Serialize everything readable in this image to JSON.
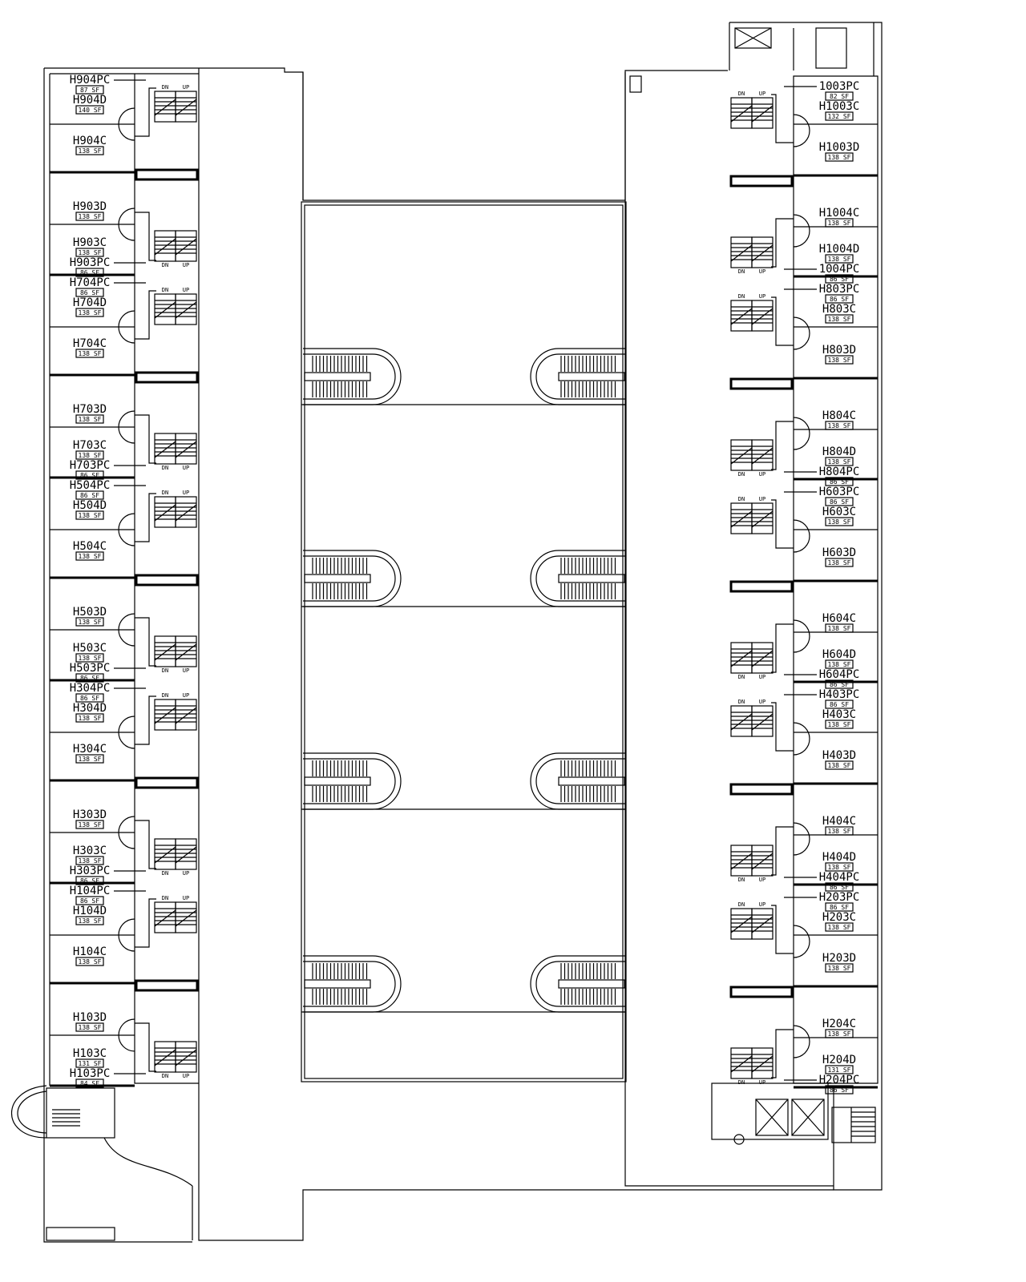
{
  "title": "Floor plan",
  "stair_labels": {
    "down": "DN",
    "up": "UP"
  },
  "left_rooms": [
    {
      "name": "H904PC",
      "area": "87 SF"
    },
    {
      "name": "H904D",
      "area": "140 SF"
    },
    {
      "name": "H904C",
      "area": "138 SF"
    },
    {
      "name": "H903D",
      "area": "138 SF"
    },
    {
      "name": "H903C",
      "area": "138 SF"
    },
    {
      "name": "H903PC",
      "area": "86 SF"
    },
    {
      "name": "H704PC",
      "area": "86 SF"
    },
    {
      "name": "H704D",
      "area": "138 SF"
    },
    {
      "name": "H704C",
      "area": "138 SF"
    },
    {
      "name": "H703D",
      "area": "138 SF"
    },
    {
      "name": "H703C",
      "area": "138 SF"
    },
    {
      "name": "H703PC",
      "area": "86 SF"
    },
    {
      "name": "H504PC",
      "area": "86 SF"
    },
    {
      "name": "H504D",
      "area": "138 SF"
    },
    {
      "name": "H504C",
      "area": "138 SF"
    },
    {
      "name": "H503D",
      "area": "138 SF"
    },
    {
      "name": "H503C",
      "area": "138 SF"
    },
    {
      "name": "H503PC",
      "area": "86 SF"
    },
    {
      "name": "H304PC",
      "area": "86 SF"
    },
    {
      "name": "H304D",
      "area": "138 SF"
    },
    {
      "name": "H304C",
      "area": "138 SF"
    },
    {
      "name": "H303D",
      "area": "138 SF"
    },
    {
      "name": "H303C",
      "area": "138 SF"
    },
    {
      "name": "H303PC",
      "area": "86 SF"
    },
    {
      "name": "H104PC",
      "area": "86 SF"
    },
    {
      "name": "H104D",
      "area": "138 SF"
    },
    {
      "name": "H104C",
      "area": "138 SF"
    },
    {
      "name": "H103D",
      "area": "138 SF"
    },
    {
      "name": "H103C",
      "area": "131 SF"
    },
    {
      "name": "H103PC",
      "area": "84 SF"
    }
  ],
  "right_rooms": [
    {
      "name": "1003PC",
      "area": "82 SF"
    },
    {
      "name": "H1003C",
      "area": "132 SF"
    },
    {
      "name": "H1003D",
      "area": "138 SF"
    },
    {
      "name": "H1004C",
      "area": "138 SF"
    },
    {
      "name": "H1004D",
      "area": "138 SF"
    },
    {
      "name": "1004PC",
      "area": "86 SF"
    },
    {
      "name": "H803PC",
      "area": "86 SF"
    },
    {
      "name": "H803C",
      "area": "138 SF"
    },
    {
      "name": "H803D",
      "area": "138 SF"
    },
    {
      "name": "H804C",
      "area": "138 SF"
    },
    {
      "name": "H804D",
      "area": "138 SF"
    },
    {
      "name": "H804PC",
      "area": "86 SF"
    },
    {
      "name": "H603PC",
      "area": "86 SF"
    },
    {
      "name": "H603C",
      "area": "138 SF"
    },
    {
      "name": "H603D",
      "area": "138 SF"
    },
    {
      "name": "H604C",
      "area": "138 SF"
    },
    {
      "name": "H604D",
      "area": "138 SF"
    },
    {
      "name": "H604PC",
      "area": "86 SF"
    },
    {
      "name": "H403PC",
      "area": "86 SF"
    },
    {
      "name": "H403C",
      "area": "138 SF"
    },
    {
      "name": "H403D",
      "area": "138 SF"
    },
    {
      "name": "H404C",
      "area": "138 SF"
    },
    {
      "name": "H404D",
      "area": "138 SF"
    },
    {
      "name": "H404PC",
      "area": "86 SF"
    },
    {
      "name": "H203PC",
      "area": "86 SF"
    },
    {
      "name": "H203C",
      "area": "138 SF"
    },
    {
      "name": "H203D",
      "area": "138 SF"
    },
    {
      "name": "H204C",
      "area": "138 SF"
    },
    {
      "name": "H204D",
      "area": "131 SF"
    },
    {
      "name": "H204PC",
      "area": "86 SF"
    }
  ]
}
